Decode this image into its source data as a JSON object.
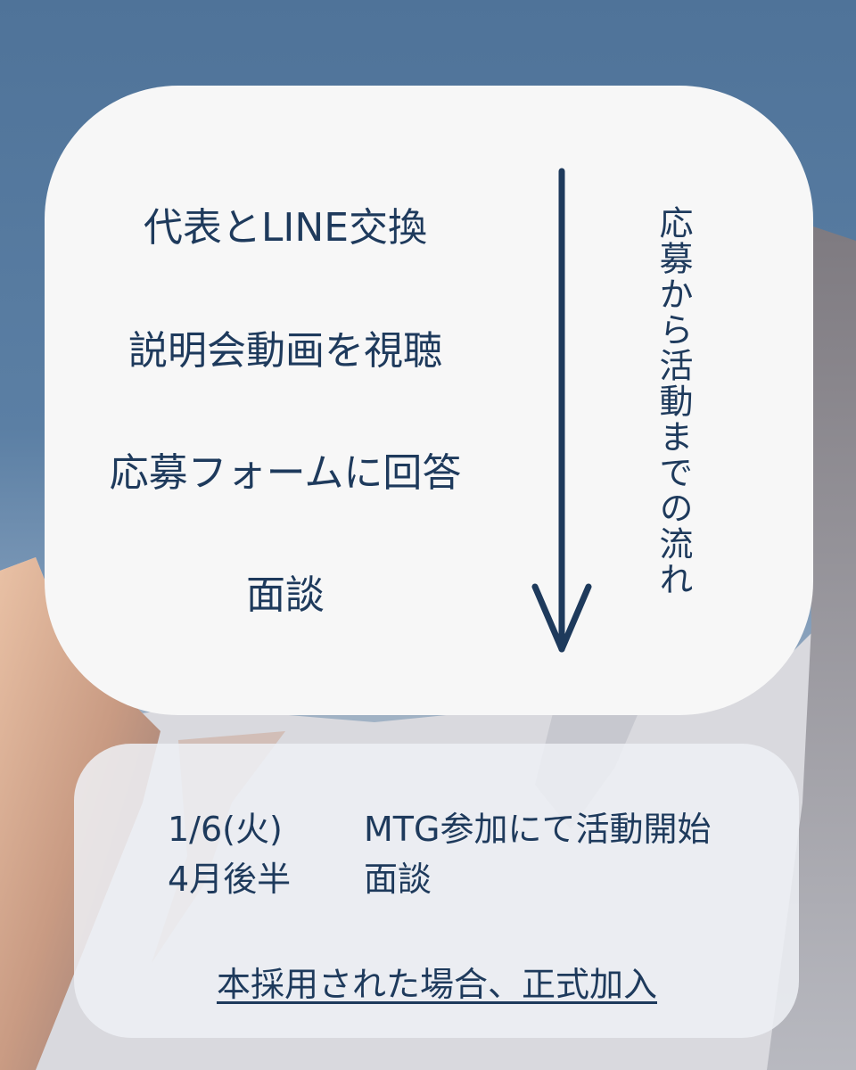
{
  "flow": {
    "steps": [
      "代表とLINE交換",
      "説明会動画を視聴",
      "応募フォームに回答",
      "面談"
    ],
    "side_label": "応募から活動までの流れ"
  },
  "schedule": {
    "rows": [
      {
        "date": "1/6(火)",
        "event": "MTG参加にて活動開始"
      },
      {
        "date": "4月後半",
        "event": "面談"
      }
    ],
    "note": "本採用された場合、正式加入"
  },
  "colors": {
    "text": "#1e3a5c",
    "card": "#f7f7f7",
    "sky": "#5b7fa4"
  },
  "icons": [
    "down-arrow-icon"
  ]
}
